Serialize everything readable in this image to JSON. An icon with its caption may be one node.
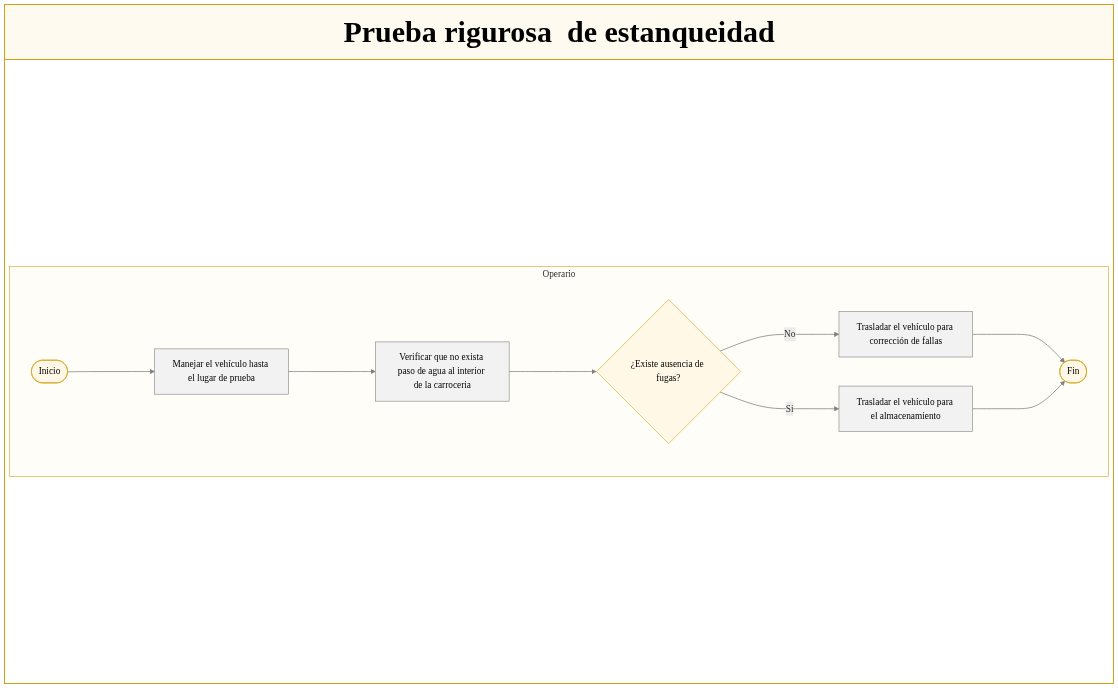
{
  "diagram": {
    "title": "Prueba rigurosa  de estanqueidad",
    "nodes": [
      {
        "text": [
          "Operario"
        ]
      },
      {
        "text": [
          "Inicio"
        ],
        "in": 0
      },
      {
        "text": [
          "Manejar el vehículo hasta el lugar de prueba"
        ],
        "in": 0
      },
      {
        "text": [
          "Verificar que no exista paso de agua al interior de la carroceria"
        ],
        "in": 0
      },
      {
        "text": [
          "¿Existe ausencia de fugas?"
        ],
        "in": 0
      },
      {
        "text": [
          "Trasladar el vehículo para corrección de fallas"
        ],
        "in": 0
      },
      {
        "text": [
          "Trasladar el vehículo para el almacenamiento"
        ],
        "in": 0
      },
      {
        "text": [
          "Fin"
        ],
        "in": 0
      }
    ],
    "edges": [
      {
        "from": 1,
        "to": 2,
        "arrow": "to"
      },
      {
        "from": 2,
        "to": 3,
        "arrow": "to"
      },
      {
        "from": 3,
        "to": 4,
        "arrow": "to"
      },
      {
        "from": 4,
        "to": 5,
        "arrow": "to",
        "label": "No"
      },
      {
        "from": 4,
        "to": 6,
        "arrow": "to",
        "label": "Si"
      },
      {
        "from": 5,
        "to": 7,
        "arrow": "to"
      },
      {
        "from": 6,
        "to": 7,
        "arrow": "to"
      }
    ]
  }
}
